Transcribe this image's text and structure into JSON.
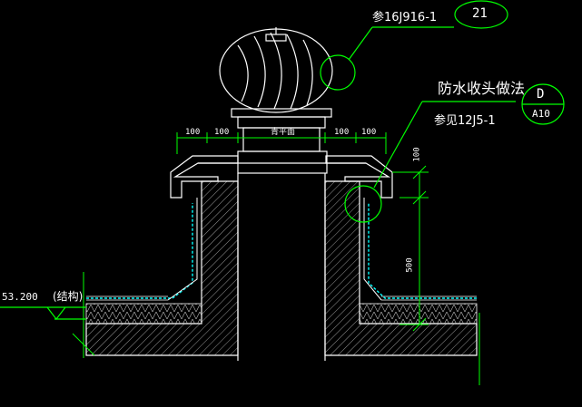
{
  "refs": {
    "top_ref": "参16J916-1",
    "top_circle_num": "21",
    "waterproof_title": "防水收头做法",
    "waterproof_ref": "参见12J5-1",
    "detail_letter": "D",
    "detail_sheet": "A10"
  },
  "dimensions": {
    "left_100_a": "100",
    "left_100_b": "100",
    "right_100_a": "100",
    "right_100_b": "100",
    "center_label": "青平面",
    "vert_100": "100",
    "vert_500": "500"
  },
  "elevation": {
    "value": "53.200",
    "note": "(结构)"
  },
  "colors": {
    "background": "#000000",
    "line": "#ffffff",
    "dim": "#00ff00",
    "leader": "#00ff00",
    "hatch": "#c8c8c8",
    "membrane": "#00ffff"
  }
}
